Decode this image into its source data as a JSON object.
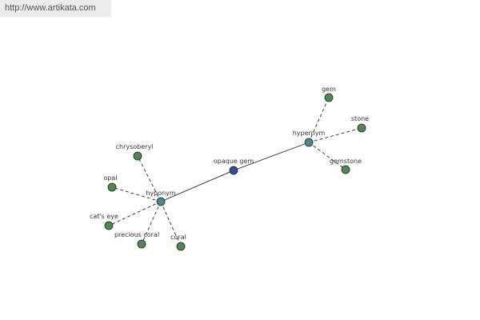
{
  "header": {
    "url": "http://www.artikata.com"
  },
  "graph": {
    "center": {
      "label": "opaque gem",
      "color": "#334d99"
    },
    "hubs": [
      {
        "key": "hypernym",
        "label": "hypernym",
        "color": "#4a8a8a"
      },
      {
        "key": "hyponym",
        "label": "hyponym",
        "color": "#4a8a8a"
      }
    ],
    "leaf_color": "#4d8a4d",
    "edge_color": "#111111",
    "leaves": [
      {
        "label": "gem",
        "hub": "hypernym"
      },
      {
        "label": "stone",
        "hub": "hypernym"
      },
      {
        "label": "gemstone",
        "hub": "hypernym"
      },
      {
        "label": "chrysoberyl",
        "hub": "hyponym"
      },
      {
        "label": "opal",
        "hub": "hyponym"
      },
      {
        "label": "cat's eye",
        "hub": "hyponym"
      },
      {
        "label": "precious coral",
        "hub": "hyponym"
      },
      {
        "label": "coral",
        "hub": "hyponym"
      }
    ]
  }
}
